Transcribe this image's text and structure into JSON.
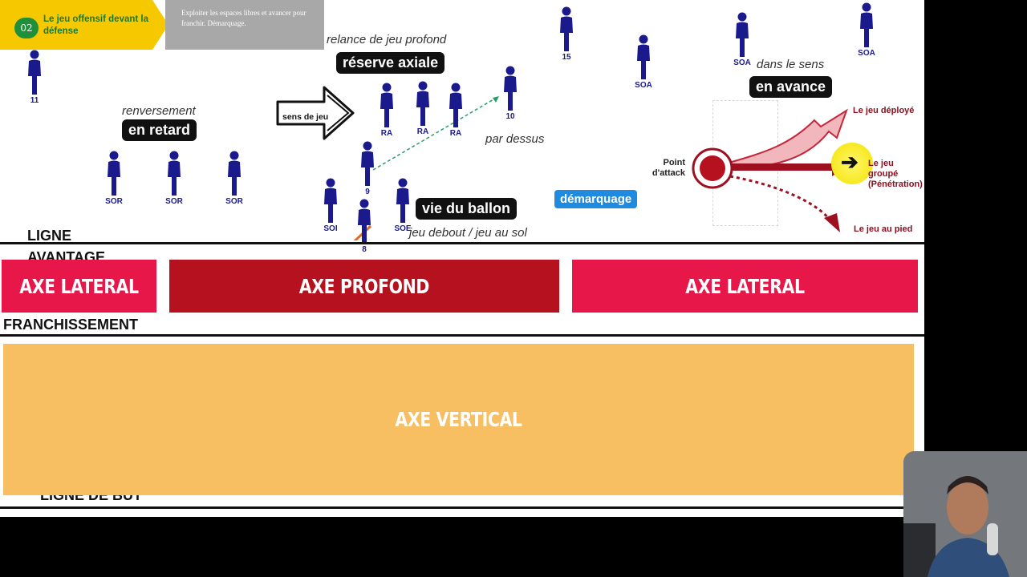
{
  "header": {
    "badge": "02",
    "title": "Le jeu offensif devant la défense",
    "description": "Exploiter les espaces libres et avancer pour franchir. Démarquage."
  },
  "labels": {
    "relance": "relance de jeu profond",
    "reserve": "réserve axiale",
    "renversement": "renversement",
    "en_retard": "en retard",
    "sens_de_jeu": "sens de jeu",
    "par_dessus": "par dessus",
    "dans_le_sens": "dans le sens",
    "en_avance": "en avance",
    "vie_du_ballon": "vie du ballon",
    "jeu_debout": "jeu debout / jeu au sol",
    "demarquage": "démarquage"
  },
  "attack_diagram": {
    "point": "Point d'attack",
    "deploye": "Le jeu déployé",
    "groupe": "Le jeu groupé (Pénétration)",
    "au_pied": "Le jeu au pied"
  },
  "players": [
    {
      "label": "11"
    },
    {
      "label": "15"
    },
    {
      "label": "SOA"
    },
    {
      "label": "SOA"
    },
    {
      "label": "SOA"
    },
    {
      "label": "RA"
    },
    {
      "label": "RA"
    },
    {
      "label": "RA"
    },
    {
      "label": "10"
    },
    {
      "label": "SOR"
    },
    {
      "label": "SOR"
    },
    {
      "label": "SOR"
    },
    {
      "label": "9"
    },
    {
      "label": "SOI"
    },
    {
      "label": "8"
    },
    {
      "label": "SOE"
    }
  ],
  "lines": {
    "avantage": "LIGNE AVANTAGE",
    "franchissement": "FRANCHISSEMENT",
    "but": "LIGNE DE BUT"
  },
  "axes": {
    "lateral_left": "AXE LATERAL",
    "profond": "AXE PROFOND",
    "lateral_right": "AXE LATERAL",
    "vertical": "AXE VERTICAL"
  },
  "colors": {
    "lateral": "#e8174a",
    "profond": "#b5111e",
    "vertical": "#f8be62",
    "player": "#1a1a8c",
    "header_yellow": "#f5c800"
  }
}
